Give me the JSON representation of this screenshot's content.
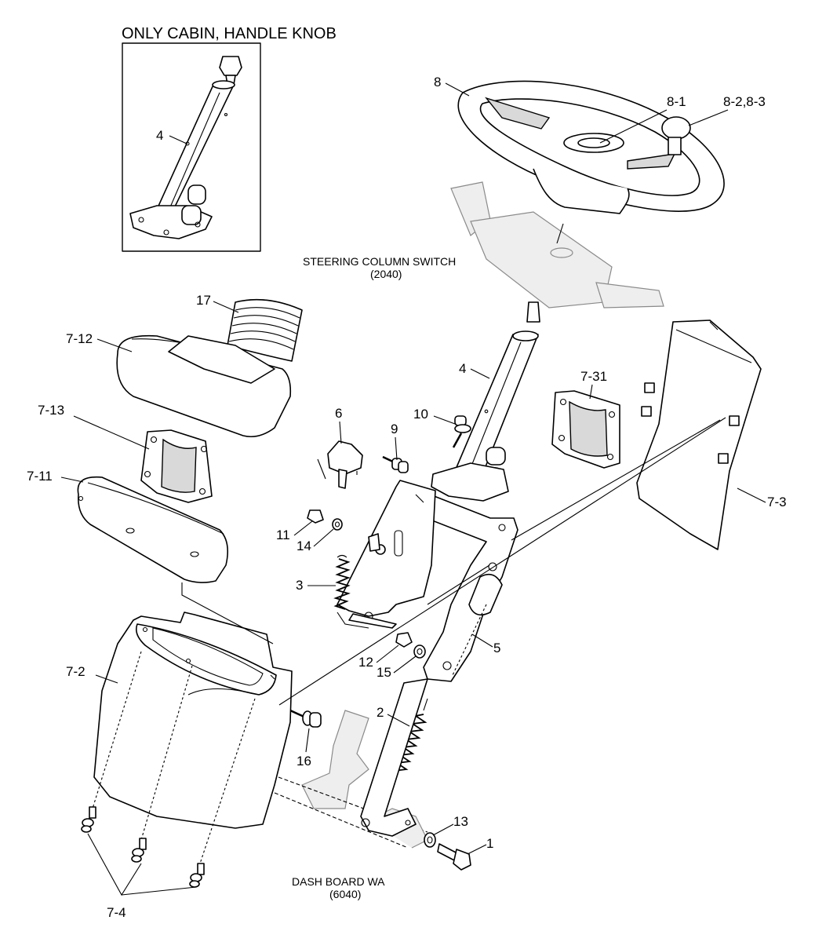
{
  "inset": {
    "title": "ONLY CABIN, HANDLE KNOB",
    "part_label": "4"
  },
  "notes": {
    "steering_switch": {
      "line1": "STEERING COLUMN SWITCH",
      "line2": "(2040)"
    },
    "dash_board": {
      "line1": "DASH BOARD WA",
      "line2": "(6040)"
    }
  },
  "callouts": {
    "c8": "8",
    "c8_1": "8-1",
    "c8_2": "8-2,8-3",
    "c17": "17",
    "c7_12": "7-12",
    "c7_13": "7-13",
    "c7_11": "7-11",
    "c7_31": "7-31",
    "c7_3": "7-3",
    "c7_2": "7-2",
    "c7_4": "7-4",
    "c4": "4",
    "c10": "10",
    "c9": "9",
    "c6": "6",
    "c11": "11",
    "c14": "14",
    "c3": "3",
    "c12": "12",
    "c15": "15",
    "c5": "5",
    "c2": "2",
    "c16": "16",
    "c13": "13",
    "c1": "1"
  }
}
